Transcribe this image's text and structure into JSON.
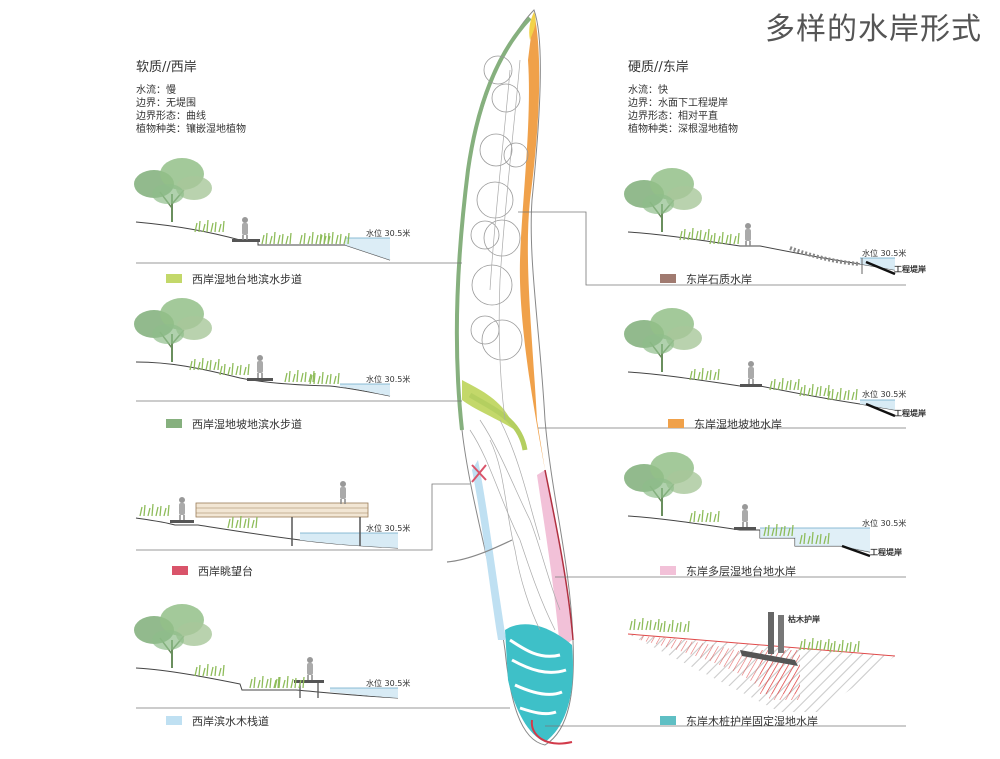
{
  "title": "多样的水岸形式",
  "west": {
    "heading": "软质//西岸",
    "lines": [
      "水流：慢",
      "边界：无堤围",
      "边界形态：曲线",
      "植物种类：镶嵌湿地植物"
    ]
  },
  "east": {
    "heading": "硬质//东岸",
    "lines": [
      "水流：快",
      "边界：水面下工程堤岸",
      "边界形态：相对平直",
      "植物种类：深根湿地植物"
    ]
  },
  "west_sections": [
    {
      "label": "西岸湿地台地滨水步道",
      "color": "#c3d86a",
      "water_level": "水位 30.5米"
    },
    {
      "label": "西岸湿地坡地滨水步道",
      "color": "#86b07e",
      "water_level": "水位 30.5米"
    },
    {
      "label": "西岸眺望台",
      "color": "#d9546a",
      "water_level": "水位 30.5米"
    },
    {
      "label": "西岸滨水木栈道",
      "color": "#bfe0f2",
      "water_level": "水位 30.5米"
    }
  ],
  "east_sections": [
    {
      "label": "东岸石质水岸",
      "color": "#a07a70",
      "water_level": "水位 30.5米",
      "note": "工程堤岸"
    },
    {
      "label": "东岸湿地坡地水岸",
      "color": "#f0a14a",
      "water_level": "水位 30.5米",
      "note": "工程堤岸"
    },
    {
      "label": "东岸多层湿地台地水岸",
      "color": "#f2c1d8",
      "water_level": "水位 30.5米",
      "note": "工程堤岸"
    },
    {
      "label": "东岸木桩护岸固定湿地水岸",
      "color": "#5fbfc4",
      "note": "枯木护岸"
    }
  ],
  "icons": [
    "tree-icon",
    "person-icon",
    "reed-icon",
    "log-pile-icon"
  ]
}
